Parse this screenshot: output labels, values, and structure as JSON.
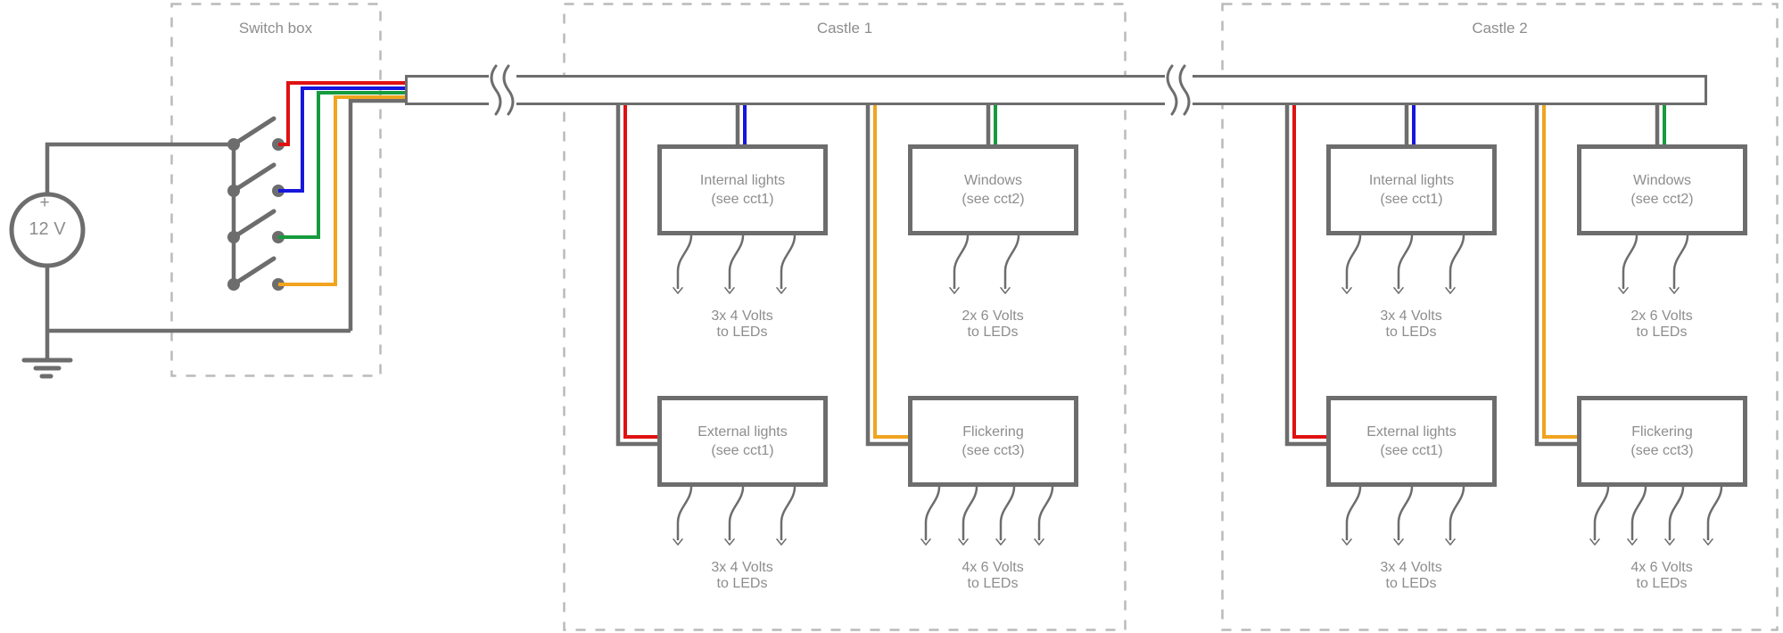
{
  "colors": {
    "wire_gray": "#6d6d6d",
    "wire_red": "#e01111",
    "wire_blue": "#1616dd",
    "wire_green": "#169b3e",
    "wire_orange": "#f0a41f",
    "dashed_border": "#bababa",
    "text_gray": "#8d8d8d"
  },
  "power_source": {
    "polarity": "+",
    "label": "12 V"
  },
  "switch_box": {
    "title": "Switch box",
    "switch_count": 4
  },
  "cable": {
    "break_count": 2
  },
  "castles": [
    {
      "title": "Castle 1",
      "modules": [
        {
          "name": "Internal lights",
          "ref": "(see cct1)",
          "output_volts": "3x 4 Volts",
          "output_target": "to LEDs",
          "arrow_count": 3,
          "wire_color": "blue"
        },
        {
          "name": "Windows",
          "ref": "(see cct2)",
          "output_volts": "2x 6 Volts",
          "output_target": "to LEDs",
          "arrow_count": 2,
          "wire_color": "green"
        },
        {
          "name": "External lights",
          "ref": "(see cct1)",
          "output_volts": "3x 4 Volts",
          "output_target": "to LEDs",
          "arrow_count": 3,
          "wire_color": "red"
        },
        {
          "name": "Flickering",
          "ref": "(see cct3)",
          "output_volts": "4x 6 Volts",
          "output_target": "to LEDs",
          "arrow_count": 4,
          "wire_color": "orange"
        }
      ]
    },
    {
      "title": "Castle 2",
      "modules": [
        {
          "name": "Internal lights",
          "ref": "(see cct1)",
          "output_volts": "3x 4 Volts",
          "output_target": "to LEDs",
          "arrow_count": 3,
          "wire_color": "blue"
        },
        {
          "name": "Windows",
          "ref": "(see cct2)",
          "output_volts": "2x 6 Volts",
          "output_target": "to LEDs",
          "arrow_count": 2,
          "wire_color": "green"
        },
        {
          "name": "External lights",
          "ref": "(see cct1)",
          "output_volts": "3x 4 Volts",
          "output_target": "to LEDs",
          "arrow_count": 3,
          "wire_color": "red"
        },
        {
          "name": "Flickering",
          "ref": "(see cct3)",
          "output_volts": "4x 6 Volts",
          "output_target": "to LEDs",
          "arrow_count": 4,
          "wire_color": "orange"
        }
      ]
    }
  ]
}
